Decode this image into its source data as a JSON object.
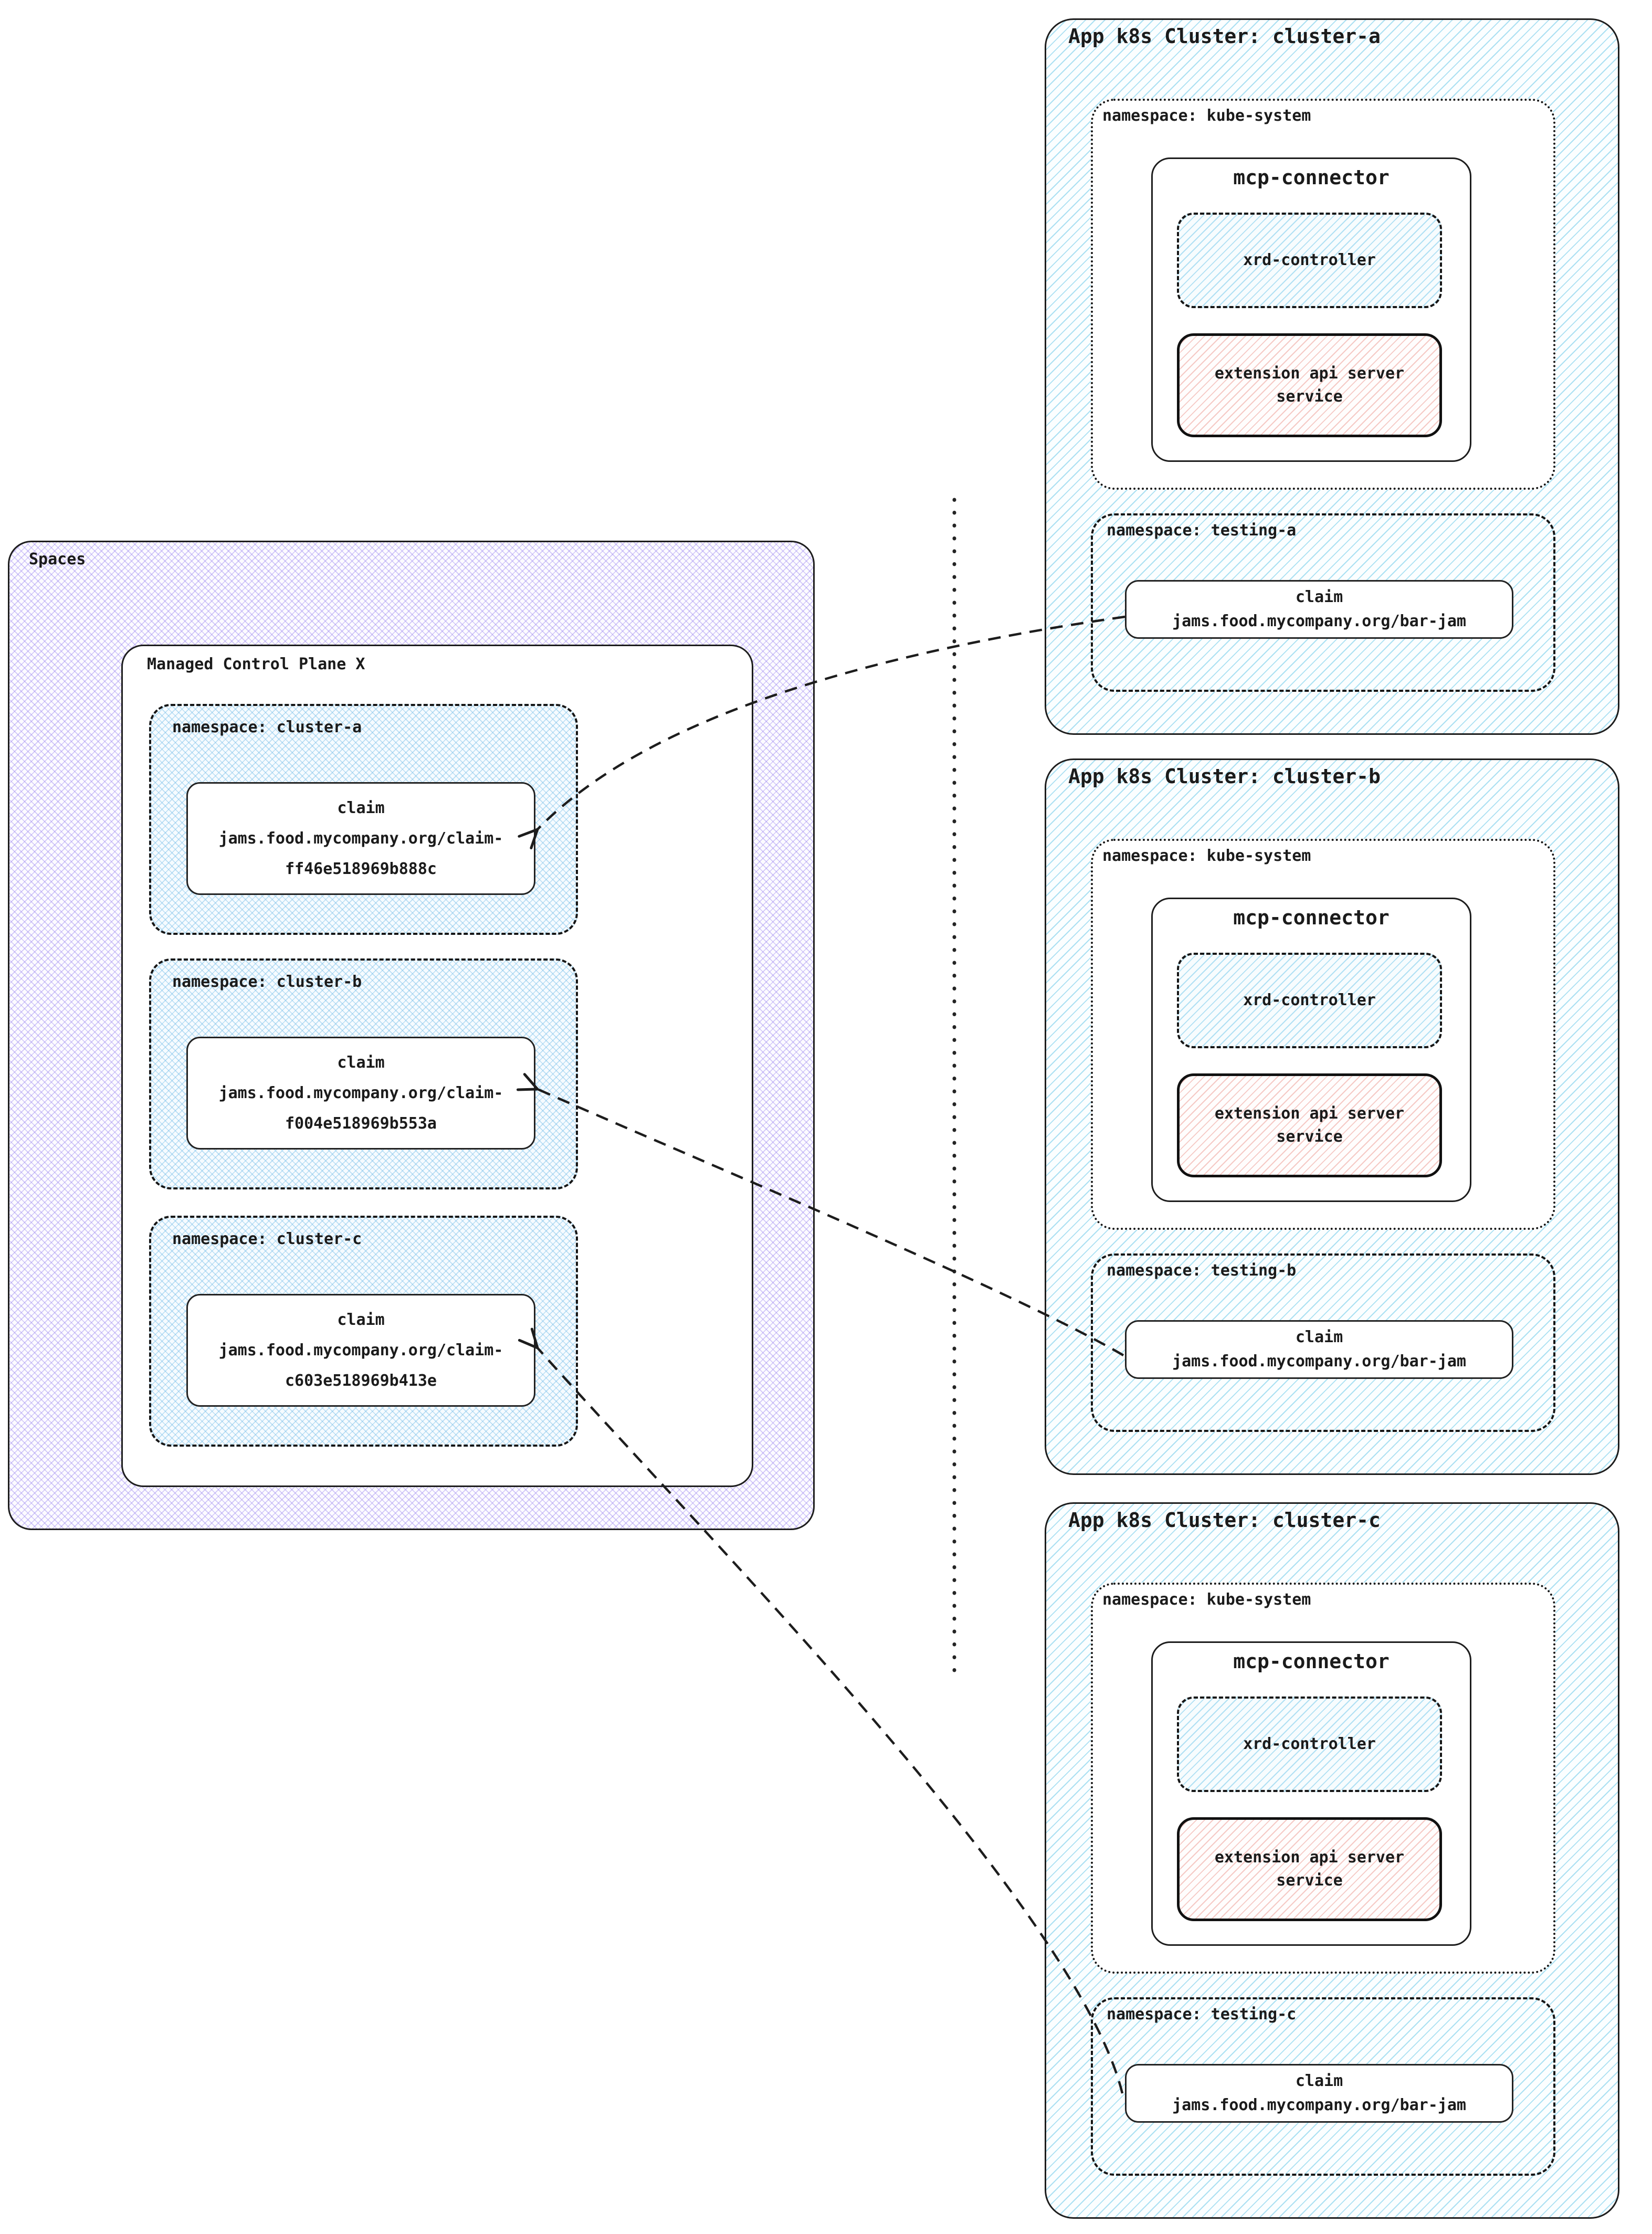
{
  "spaces": {
    "label": "Spaces",
    "control_plane": {
      "label": "Managed Control Plane X",
      "namespaces": [
        {
          "label": "namespace: cluster-a",
          "claim_lines": [
            "claim",
            "jams.food.mycompany.org/claim-",
            "ff46e518969b888c"
          ]
        },
        {
          "label": "namespace: cluster-b",
          "claim_lines": [
            "claim",
            "jams.food.mycompany.org/claim-",
            "f004e518969b553a"
          ]
        },
        {
          "label": "namespace: cluster-c",
          "claim_lines": [
            "claim",
            "jams.food.mycompany.org/claim-",
            "c603e518969b413e"
          ]
        }
      ]
    }
  },
  "clusters": [
    {
      "title": "App k8s Cluster: cluster-a",
      "system_namespace": {
        "label": "namespace: kube-system",
        "connector": {
          "title": "mcp-connector",
          "controller_label": "xrd-controller",
          "extension_lines": [
            "extension api server",
            "service"
          ]
        }
      },
      "testing_namespace": {
        "label": "namespace: testing-a",
        "claim_lines": [
          "claim",
          "jams.food.mycompany.org/bar-jam"
        ]
      }
    },
    {
      "title": "App k8s Cluster: cluster-b",
      "system_namespace": {
        "label": "namespace: kube-system",
        "connector": {
          "title": "mcp-connector",
          "controller_label": "xrd-controller",
          "extension_lines": [
            "extension api server",
            "service"
          ]
        }
      },
      "testing_namespace": {
        "label": "namespace: testing-b",
        "claim_lines": [
          "claim",
          "jams.food.mycompany.org/bar-jam"
        ]
      }
    },
    {
      "title": "App k8s Cluster: cluster-c",
      "system_namespace": {
        "label": "namespace: kube-system",
        "connector": {
          "title": "mcp-connector",
          "controller_label": "xrd-controller",
          "extension_lines": [
            "extension api server",
            "service"
          ]
        }
      },
      "testing_namespace": {
        "label": "namespace: testing-c",
        "claim_lines": [
          "claim",
          "jams.food.mycompany.org/bar-jam"
        ]
      }
    }
  ],
  "colors": {
    "border": "#1d1d1d",
    "cluster_hatch": "#69c8e8",
    "extension_hatch": "#e8827a",
    "namespace_crosshatch": "#6eb9e6",
    "spaces_crosshatch": "#947dee",
    "text": "#1b1b1b"
  }
}
